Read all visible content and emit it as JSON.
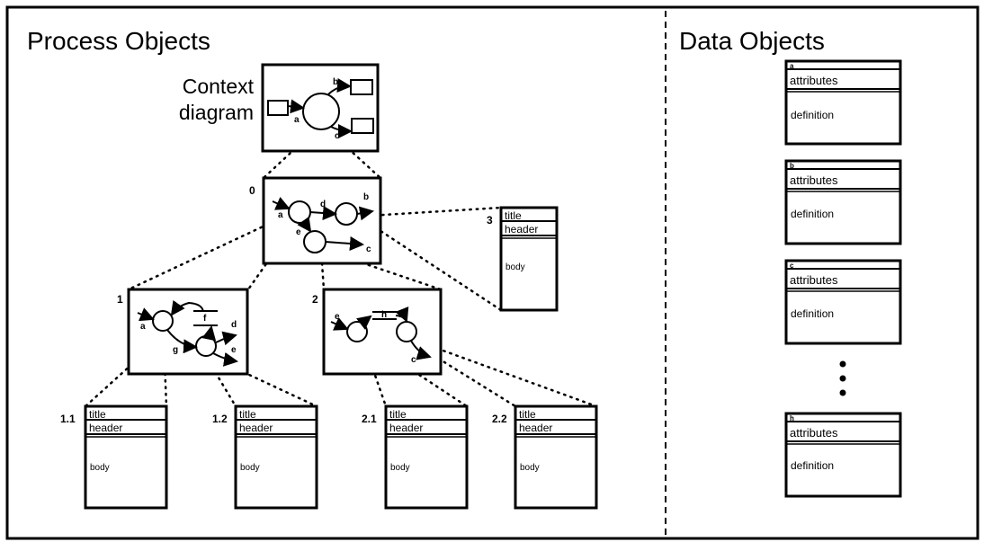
{
  "sections": {
    "process": "Process Objects",
    "data": "Data Objects"
  },
  "context": {
    "label_line1": "Context",
    "label_line2": "diagram",
    "flows": [
      "a",
      "b",
      "c"
    ]
  },
  "levels": {
    "l0": {
      "number": "0",
      "flows": [
        "a",
        "b",
        "c",
        "d",
        "e"
      ]
    },
    "l1": {
      "number": "1",
      "flows": [
        "a",
        "d",
        "e",
        "f",
        "g"
      ]
    },
    "l2": {
      "number": "2",
      "flows": [
        "e",
        "h",
        "c"
      ]
    }
  },
  "process_cards": [
    {
      "number": "3",
      "title": "title",
      "header": "header",
      "body": "body"
    },
    {
      "number": "1.1",
      "title": "title",
      "header": "header",
      "body": "body"
    },
    {
      "number": "1.2",
      "title": "title",
      "header": "header",
      "body": "body"
    },
    {
      "number": "2.1",
      "title": "title",
      "header": "header",
      "body": "body"
    },
    {
      "number": "2.2",
      "title": "title",
      "header": "header",
      "body": "body"
    }
  ],
  "data_cards": [
    {
      "name": "a",
      "attributes": "attributes",
      "definition": "definition"
    },
    {
      "name": "b",
      "attributes": "attributes",
      "definition": "definition"
    },
    {
      "name": "c",
      "attributes": "attributes",
      "definition": "definition"
    },
    {
      "name": "h",
      "attributes": "attributes",
      "definition": "definition"
    }
  ],
  "ellipsis_icon": "vertical-dots"
}
